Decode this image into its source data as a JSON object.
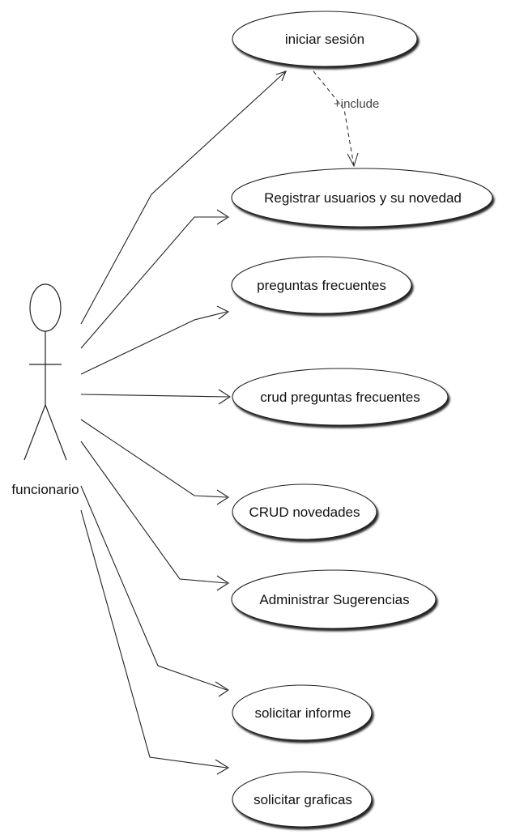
{
  "actor": {
    "name": "funcionario"
  },
  "use_cases": [
    {
      "id": "uc1",
      "label": "iniciar sesión"
    },
    {
      "id": "uc2",
      "label": "Registrar usuarios y su novedad"
    },
    {
      "id": "uc3",
      "label": "preguntas frecuentes"
    },
    {
      "id": "uc4",
      "label": "crud preguntas frecuentes"
    },
    {
      "id": "uc5",
      "label": "CRUD novedades"
    },
    {
      "id": "uc6",
      "label": "Administrar Sugerencias"
    },
    {
      "id": "uc7",
      "label": "solicitar informe"
    },
    {
      "id": "uc8",
      "label": "solicitar graficas"
    }
  ],
  "include": {
    "label": "+include",
    "from": "uc1",
    "to": "uc2"
  },
  "colors": {
    "stroke": "#222222",
    "fill": "#ffffff",
    "shadow": "#000000"
  }
}
